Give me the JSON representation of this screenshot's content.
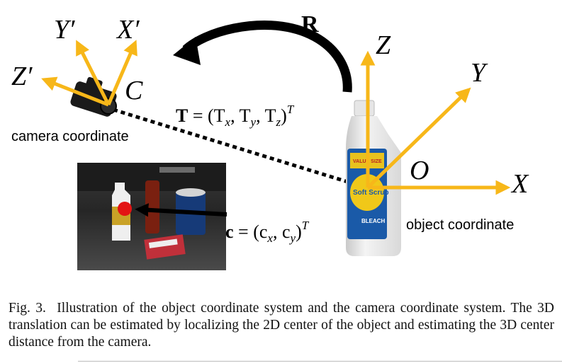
{
  "figure": {
    "camera_axes": {
      "x": "X′",
      "y": "Y′",
      "z": "Z′",
      "origin": "C"
    },
    "object_axes": {
      "x": "X",
      "y": "Y",
      "z": "Z",
      "origin": "O"
    },
    "rotation_label": "R",
    "translation": {
      "bold": "T",
      "rest": " = (T",
      "sub_x": "x",
      "sep1": ", T",
      "sub_y": "y",
      "sep2": ", T",
      "sub_z": "z",
      "close": ")",
      "sup": "T"
    },
    "center": {
      "bold": "c",
      "rest": " = (c",
      "sub_x": "x",
      "sep": ", c",
      "sub_y": "y",
      "close": ")",
      "sup": "T"
    },
    "camera_label": "camera coordinate",
    "object_label": "object coordinate",
    "bottle_text": {
      "value": "VALUE SIZE",
      "brand": "Soft Scrub",
      "sub": "BLEACH"
    },
    "colors": {
      "axis": "#f7b719",
      "black": "#000000"
    }
  },
  "caption": {
    "number": "Fig. 3.",
    "text": "Illustration of the object coordinate system and the camera coordinate system. The 3D translation can be estimated by localizing the 2D center of the object and estimating the 3D center distance from the camera."
  }
}
